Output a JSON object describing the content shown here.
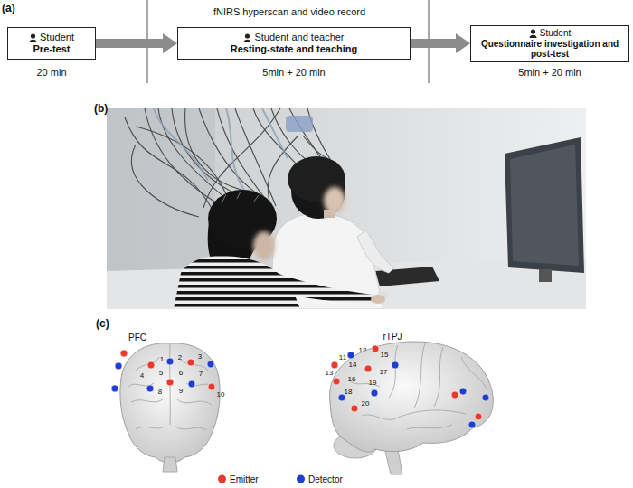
{
  "diagram": {
    "nodes": [
      {
        "text": [
          "Student",
          "Pre-test"
        ]
      },
      {
        "text": [
          "Student and teacher",
          "Resting-state and teaching"
        ]
      },
      {
        "text": [
          "Student",
          "Questionnaire investigation and post-test"
        ]
      }
    ],
    "edges": [
      {
        "from": 0,
        "to": 1,
        "arrow": "to"
      },
      {
        "from": 1,
        "to": 2,
        "arrow": "to"
      }
    ],
    "labels": [
      "(a)",
      "fNIRS hyperscan and video record",
      "20 min",
      "5min + 20 min",
      "5min + 20 min",
      "(b)",
      "(c)",
      "PFC",
      "rTPJ",
      "1",
      "2",
      "3",
      "4",
      "5",
      "6",
      "7",
      "8",
      "9",
      "10",
      "11",
      "12",
      "13",
      "14",
      "15",
      "16",
      "17",
      "18",
      "19",
      "20"
    ],
    "legend": [
      {
        "text": "Emitter",
        "color": "#e8392e"
      },
      {
        "text": "Detector",
        "color": "#1f3fd0"
      }
    ]
  }
}
